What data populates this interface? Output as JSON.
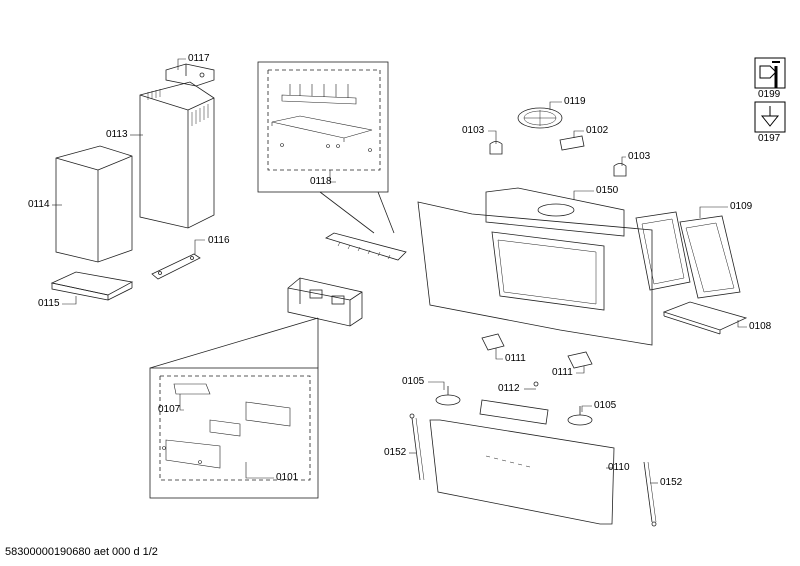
{
  "labels": {
    "p0117": "0117",
    "p0113": "0113",
    "p0114": "0114",
    "p0116": "0116",
    "p0115": "0115",
    "p0118": "0118",
    "p0119": "0119",
    "p0103a": "0103",
    "p0102": "0102",
    "p0103b": "0103",
    "p0150": "0150",
    "p0109": "0109",
    "p0108": "0108",
    "p0111a": "0111",
    "p0111b": "0111",
    "p0105a": "0105",
    "p0112": "0112",
    "p0105b": "0105",
    "p0152a": "0152",
    "p0110": "0110",
    "p0152b": "0152",
    "p0107": "0107",
    "p0101": "0101",
    "p0199": "0199",
    "p0197": "0197"
  },
  "footer": "58300000190680 aet 000 d 1/2",
  "icons": {
    "tool": "wrench-icon",
    "funnel": "funnel-icon"
  }
}
